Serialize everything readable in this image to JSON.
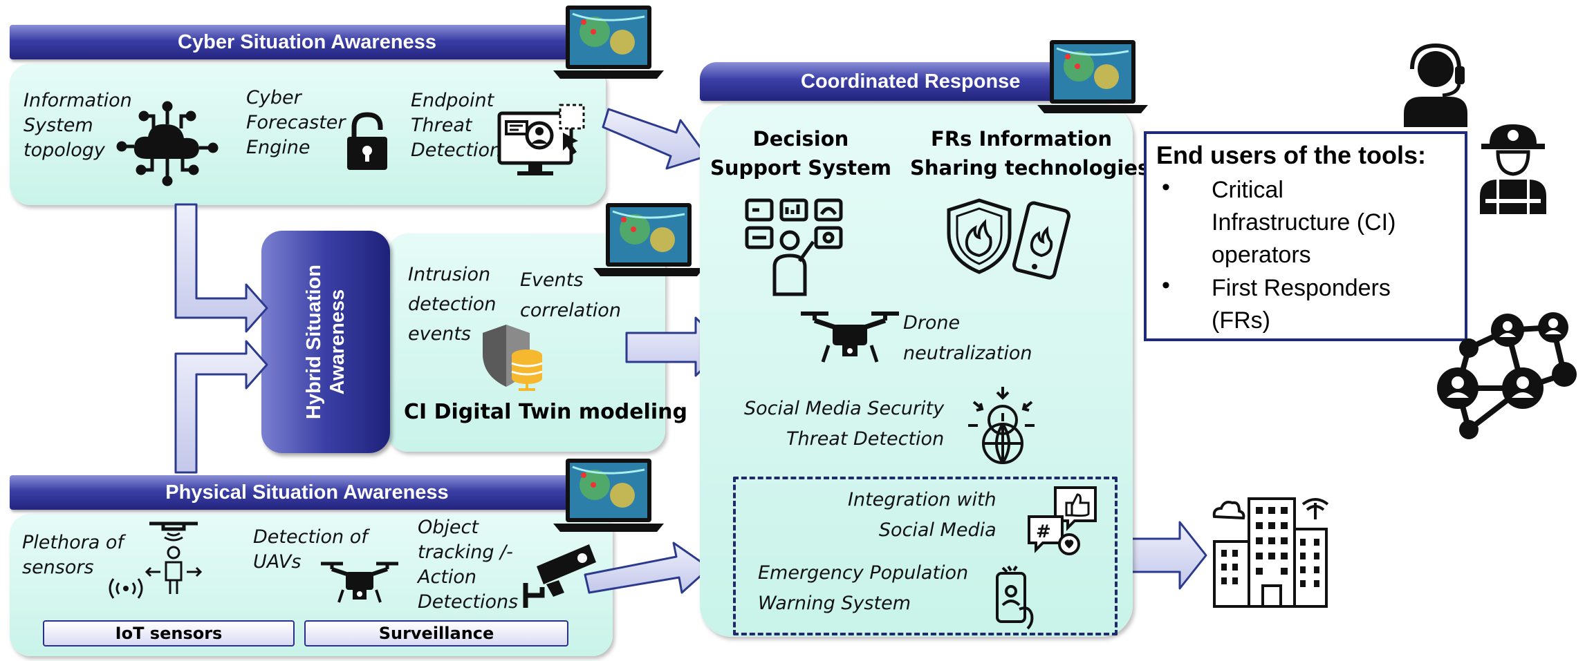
{
  "cyber": {
    "title": "Cyber Situation Awareness",
    "items": {
      "topology": "Information\nSystem\ntopology",
      "forecaster": "Cyber\nForecaster\nEngine",
      "endpoint": "Endpoint\nThreat\nDetection"
    }
  },
  "hybrid": {
    "title": "Hybrid Situation\nAwareness",
    "intrusion": "Intrusion\ndetection\nevents",
    "correlation": "Events\ncorrelation",
    "twin": "CI Digital Twin modeling"
  },
  "physical": {
    "title": "Physical Situation Awareness",
    "sensors": "Plethora of\nsensors",
    "uavs": "Detection of\nUAVs",
    "tracking": "Object\ntracking /-\nAction\nDetections",
    "iot_tag": "IoT sensors",
    "surveillance_tag": "Surveillance"
  },
  "response": {
    "title": "Coordinated Response",
    "dss": "Decision\nSupport System",
    "frs": "FRs Information\nSharing technologies",
    "drone": "Drone\nneutralization",
    "social_threat": "Social Media Security\nThreat Detection",
    "social_integration": "Integration with\nSocial Media",
    "warning": "Emergency Population\nWarning System"
  },
  "end_users": {
    "title": "End users of the tools:",
    "items": [
      "Critical\nInfrastructure (CI)\noperators",
      "First Responders\n(FRs)"
    ],
    "bullet": "•"
  },
  "icons": [
    "cloud-network-icon",
    "padlock-icon",
    "monitor-user-icon",
    "shield-database-icon",
    "sensor-person-icon",
    "drone-icon",
    "security-camera-icon",
    "dashboard-person-icon",
    "shield-fire-icon",
    "phone-fire-icon",
    "globe-alert-icon",
    "social-bubbles-icon",
    "phone-person-icon",
    "building-icon",
    "operator-headset-icon",
    "firefighter-icon",
    "network-people-icon",
    "laptop-map-icon"
  ],
  "colors": {
    "bar_dark": "#23257e",
    "panel": "#d6f7f0",
    "border": "#1f2a7a"
  }
}
